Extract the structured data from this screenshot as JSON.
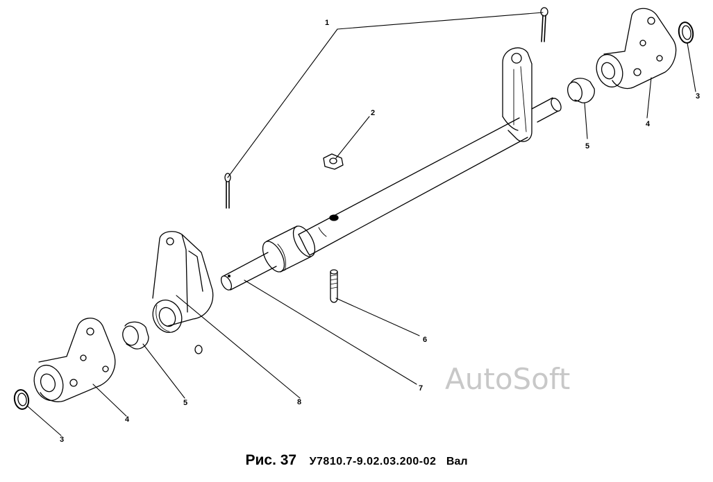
{
  "caption": {
    "figure": "Рис. 37",
    "code": "У7810.7-9.02.03.200-02",
    "name": "Вал"
  },
  "watermark": "AutoSoft",
  "callouts": {
    "c1": "1",
    "c2": "2",
    "c3_top": "3",
    "c4_top": "4",
    "c5_top": "5",
    "c6": "6",
    "c7": "7",
    "c8": "8",
    "c3_bottom": "3",
    "c4_bottom": "4",
    "c5_bottom": "5"
  }
}
